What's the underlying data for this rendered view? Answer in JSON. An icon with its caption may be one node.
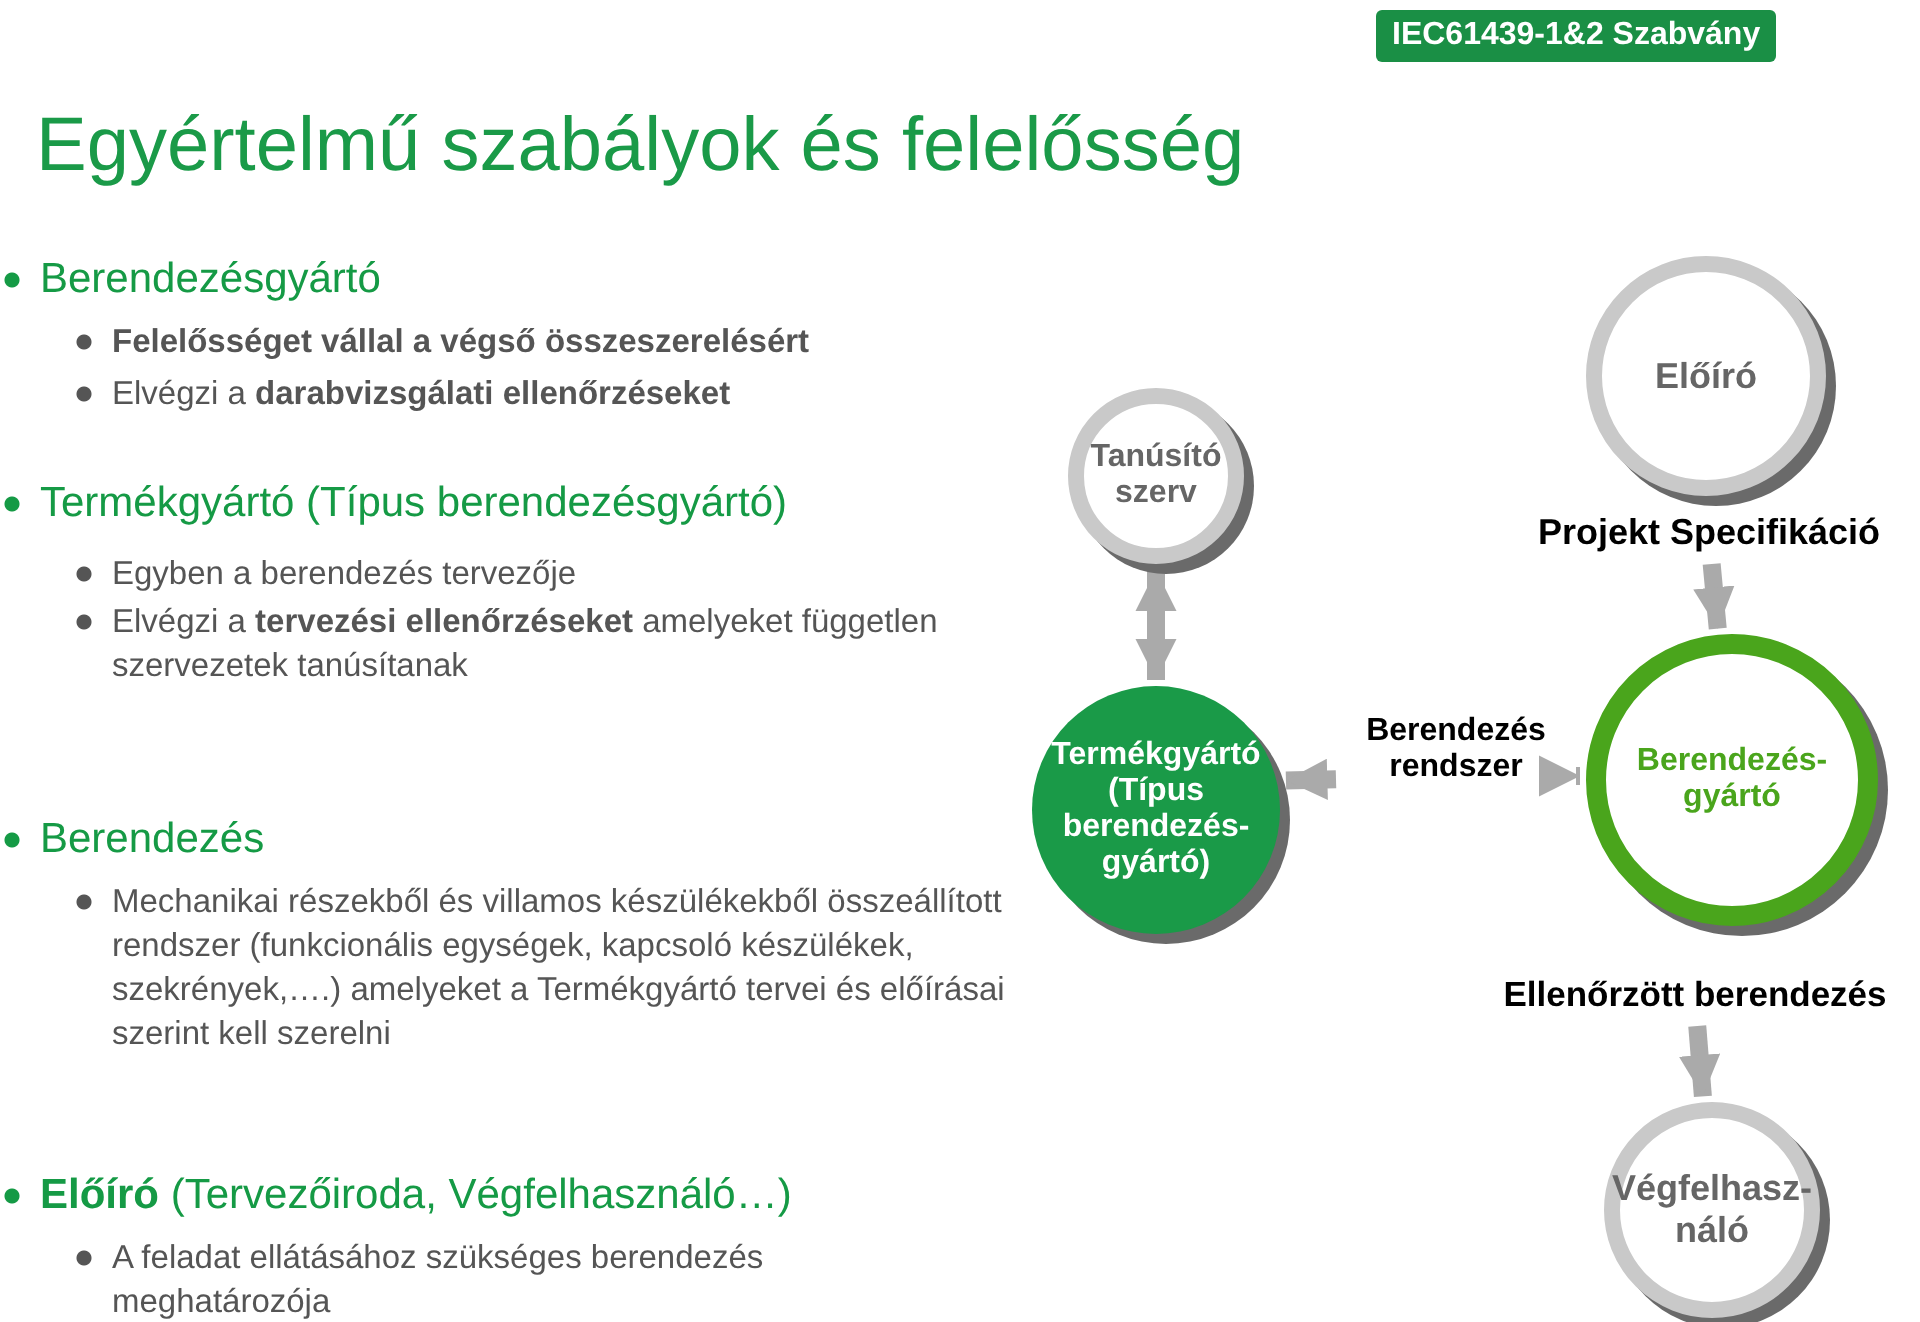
{
  "diagram": {
    "title": "Egyértelmű szabályok és felelősség",
    "nodes": [
      {
        "text": [
          "Tanúsító szerv"
        ]
      },
      {
        "text": [
          "Termékgyártó (Típus berendezés-gyártó)"
        ]
      },
      {
        "text": [
          "Berendezés rendszer"
        ]
      },
      {
        "text": [
          "Előíró"
        ]
      },
      {
        "text": [
          "Projekt Specifikáció"
        ]
      },
      {
        "text": [
          "Berendezés-gyártó"
        ]
      },
      {
        "text": [
          "Ellenőrzött berendezés"
        ]
      },
      {
        "text": [
          "Végfelhasz-náló"
        ]
      }
    ],
    "edges": [
      {
        "from": 0,
        "to": 1,
        "arrow": "both"
      },
      {
        "from": 2,
        "to": 1,
        "arrow": "to"
      },
      {
        "from": 2,
        "to": 5,
        "arrow": "to"
      },
      {
        "from": 4,
        "to": 5,
        "arrow": "to"
      },
      {
        "from": 6,
        "to": 7,
        "arrow": "to"
      }
    ],
    "labels": [
      "IEC61439-1&2 Szabvány",
      "Berendezésgyártó",
      "Felelősséget vállal a végső összeszerelésért",
      "Elvégzi a **darabvizsgálati ellenőrzéseket**",
      "Termékgyártó (Típus berendezésgyártó)",
      "Egyben a berendezés tervezője",
      "Elvégzi a **tervezési ellenőrzéseket** amelyeket független szervezetek tanúsítanak",
      "Berendezés",
      "Mechanikai részekből és villamos készülékekből összeállított rendszer (funkcionális egységek, kapcsoló készülékek, szekrények,….) amelyeket a Termékgyártó tervei és előírásai szerint kell szerelni",
      "**Előíró** (Tervezőiroda, Végfelhasználó…)",
      "A feladat ellátásához szükséges berendezés meghatározója"
    ]
  }
}
